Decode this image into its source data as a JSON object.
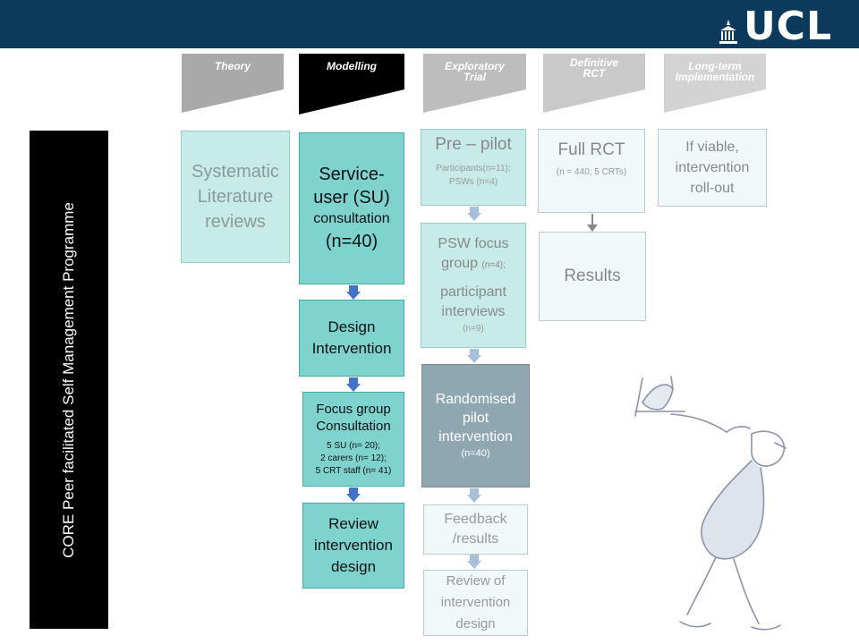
{
  "header": {
    "logo_text": "UCL"
  },
  "programme_title": "CORE Peer facilitated Self Management Programme",
  "phases": [
    {
      "label_line1": "Theory",
      "label_line2": ""
    },
    {
      "label_line1": "Modelling",
      "label_line2": ""
    },
    {
      "label_line1": "Exploratory",
      "label_line2": "Trial"
    },
    {
      "label_line1": "Definitive",
      "label_line2": "RCT"
    },
    {
      "label_line1": "Long-term",
      "label_line2": "Implementation"
    }
  ],
  "theory": {
    "box1": "Systematic Literature reviews"
  },
  "modelling": {
    "box1_line1": "Service-",
    "box1_line2": "user (SU)",
    "box1_line3": "consultation",
    "box1_line4": "(n=40)",
    "box2": "Design Intervention",
    "box3_title": "Focus group Consultation",
    "box3_line1": "5 SU (n= 20);",
    "box3_line2": "2 carers (n= 12);",
    "box3_line3": "5 CRT staff (n= 41)",
    "box4": "Review intervention design"
  },
  "exploratory": {
    "box1_title": "Pre – pilot",
    "box1_line1": "Participants(n=11);",
    "box1_line2": "PSWs (n=4)",
    "box2_line1": "PSW focus",
    "box2_line2": "group",
    "box2_line2_small": "(n=4);",
    "box2_line3": "participant",
    "box2_line4": "interviews",
    "box2_line5": "(n=9)",
    "box3_title": "Randomised pilot intervention",
    "box3_sub": "(n=40)",
    "box4": "Feedback /results",
    "box5": "Review of intervention design"
  },
  "definitive": {
    "box1_title": "Full RCT",
    "box1_sub": "(n = 440; 5 CRTs)",
    "box2": "Results"
  },
  "longterm": {
    "box1": "If viable, intervention roll-out"
  },
  "colors": {
    "header": "#0b3a5c",
    "teal_strong": "#7fd3cf",
    "teal_pale": "#c7ebe9",
    "grey_blue": "#8fa7b0",
    "pale": "#f1f8fa",
    "arrow_dark": "#4472c4",
    "arrow_light": "#a8bfd9"
  }
}
